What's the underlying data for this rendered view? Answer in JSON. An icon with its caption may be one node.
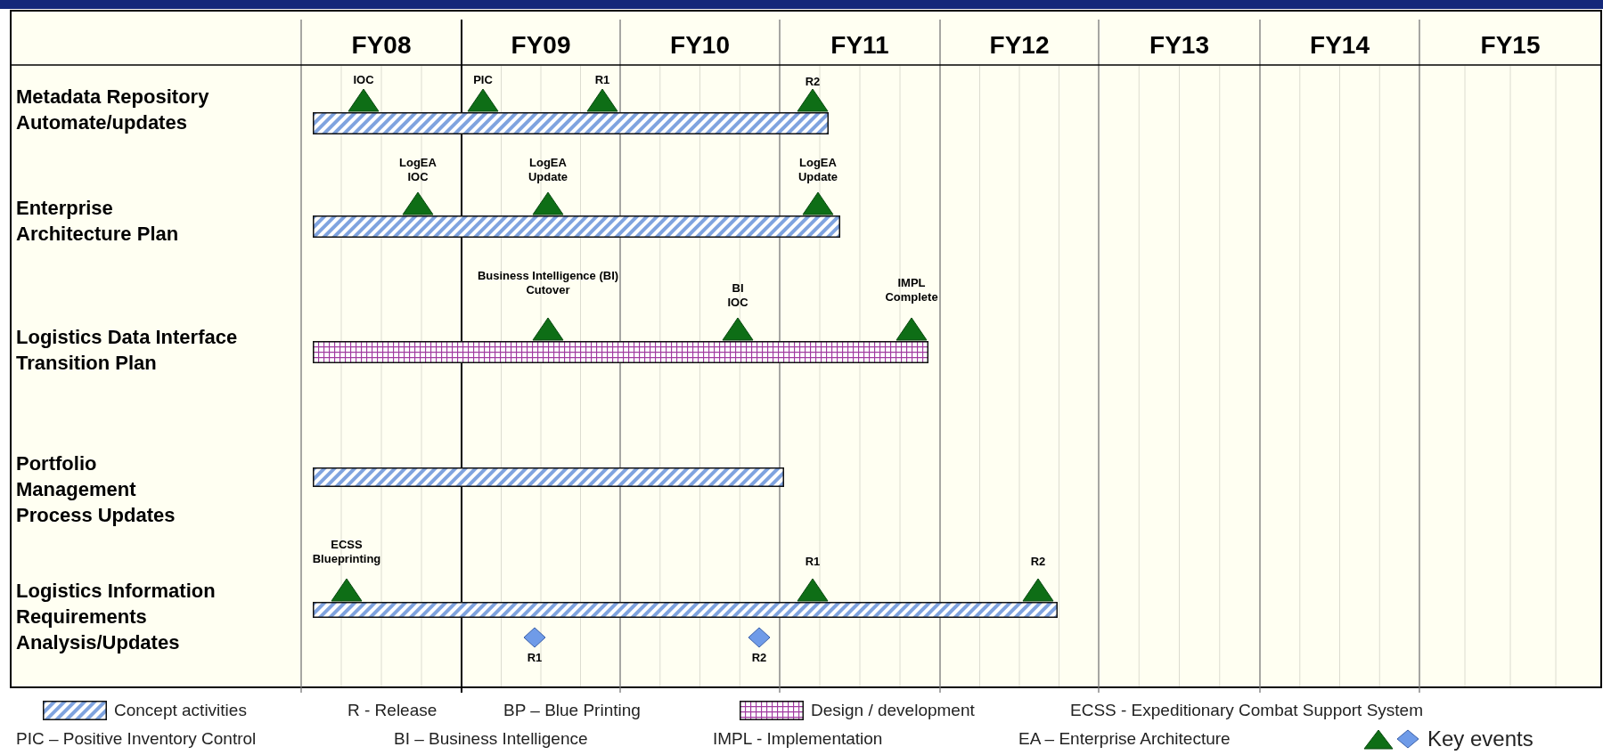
{
  "diagram": {
    "nodes": [
      {
        "text": [],
        "shape": "triangle",
        "beside": [
          "IOC"
        ]
      },
      {
        "text": [],
        "shape": "triangle",
        "beside": [
          "PIC"
        ]
      },
      {
        "text": [],
        "shape": "triangle",
        "beside": [
          "R1"
        ]
      },
      {
        "text": [],
        "shape": "triangle",
        "beside": [
          "R2"
        ]
      },
      {
        "text": [],
        "shape": "bar"
      },
      {
        "text": [],
        "shape": "triangle",
        "beside": [
          "LogEA IOC"
        ]
      },
      {
        "text": [],
        "shape": "triangle",
        "beside": [
          "LogEA Update"
        ]
      },
      {
        "text": [],
        "shape": "triangle",
        "beside": [
          "LogEA Update"
        ]
      },
      {
        "text": [],
        "shape": "bar"
      },
      {
        "text": [],
        "shape": "triangle",
        "beside": [
          "Business Intelligence (BI) Cutover"
        ]
      },
      {
        "text": [],
        "shape": "triangle",
        "beside": [
          "BI IOC"
        ]
      },
      {
        "text": [],
        "shape": "triangle",
        "beside": [
          "IMPL Complete"
        ]
      },
      {
        "text": [],
        "shape": "bar"
      },
      {
        "text": [],
        "shape": "bar"
      },
      {
        "text": [],
        "shape": "triangle",
        "beside": [
          "ECSS Blueprinting"
        ]
      },
      {
        "text": [],
        "shape": "triangle",
        "beside": [
          "R1"
        ]
      },
      {
        "text": [],
        "shape": "triangle",
        "beside": [
          "R2"
        ]
      },
      {
        "text": [],
        "shape": "bar"
      },
      {
        "text": [],
        "shape": "diamond",
        "beside": [
          "R1"
        ]
      },
      {
        "text": [],
        "shape": "diamond",
        "beside": [
          "R2"
        ]
      }
    ],
    "labels": [
      "FY08",
      "FY09",
      "FY10",
      "FY11",
      "FY12",
      "FY13",
      "FY14",
      "FY15",
      "Metadata Repository Automate/updates",
      "Enterprise Architecture Plan",
      "Logistics Data Interface Transition Plan",
      "Portfolio Management Process Updates",
      "Logistics Information Requirements Analysis/Updates",
      "R - Release",
      "BP – Blue Printing",
      "ECSS - Expeditionary Combat Support System",
      "PIC – Positive Inventory Control",
      "BI – Business Intelligence",
      "IMPL - Implementation",
      "EA – Enterprise Architecture"
    ],
    "legend": [
      {
        "text": "Concept activities"
      },
      {
        "text": "Design / development"
      },
      {
        "text": "Key events"
      }
    ]
  }
}
